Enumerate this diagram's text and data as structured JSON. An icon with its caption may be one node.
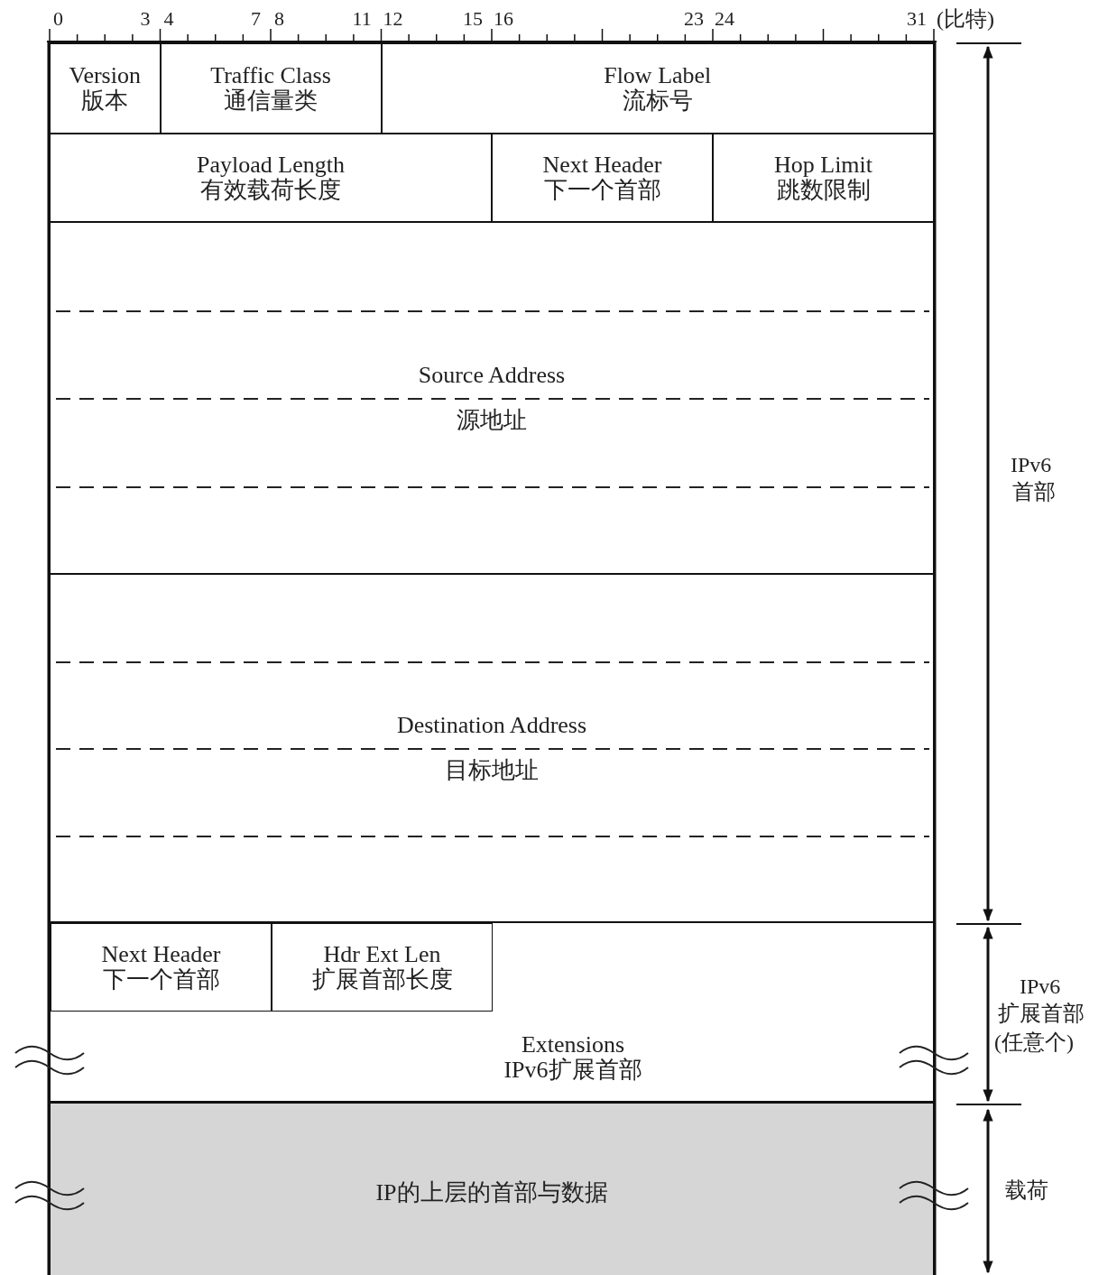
{
  "diagram": {
    "nodes": [
      {
        "text": [
          "Version",
          "版本"
        ]
      },
      {
        "text": [
          "Traffic Class",
          "通信量类"
        ]
      },
      {
        "text": [
          "Flow Label",
          "流标号"
        ]
      },
      {
        "text": [
          "Payload Length",
          "有效载荷长度"
        ]
      },
      {
        "text": [
          "Next Header",
          "下一个首部"
        ]
      },
      {
        "text": [
          "Hop Limit",
          "跳数限制"
        ]
      },
      {
        "text": [
          "Source Address",
          "源地址"
        ]
      },
      {
        "text": [
          "Destination Address",
          "目标地址"
        ]
      },
      {
        "text": [
          "Extensions",
          "IPv6扩展首部"
        ]
      },
      {
        "text": [
          "Next Header",
          "下一个首部"
        ],
        "in": 8
      },
      {
        "text": [
          "Hdr Ext Len",
          "扩展首部长度"
        ],
        "in": 8
      },
      {
        "text": [
          "IP的上层的首部与数据"
        ]
      }
    ],
    "edges": [],
    "labels": [
      "0",
      "3",
      "4",
      "7",
      "8",
      "11",
      "12",
      "15",
      "16",
      "23",
      "24",
      "31",
      "(比特)",
      "IPv6",
      "首部",
      "IPv6",
      "扩展首部",
      "(任意个)",
      "载荷"
    ]
  }
}
